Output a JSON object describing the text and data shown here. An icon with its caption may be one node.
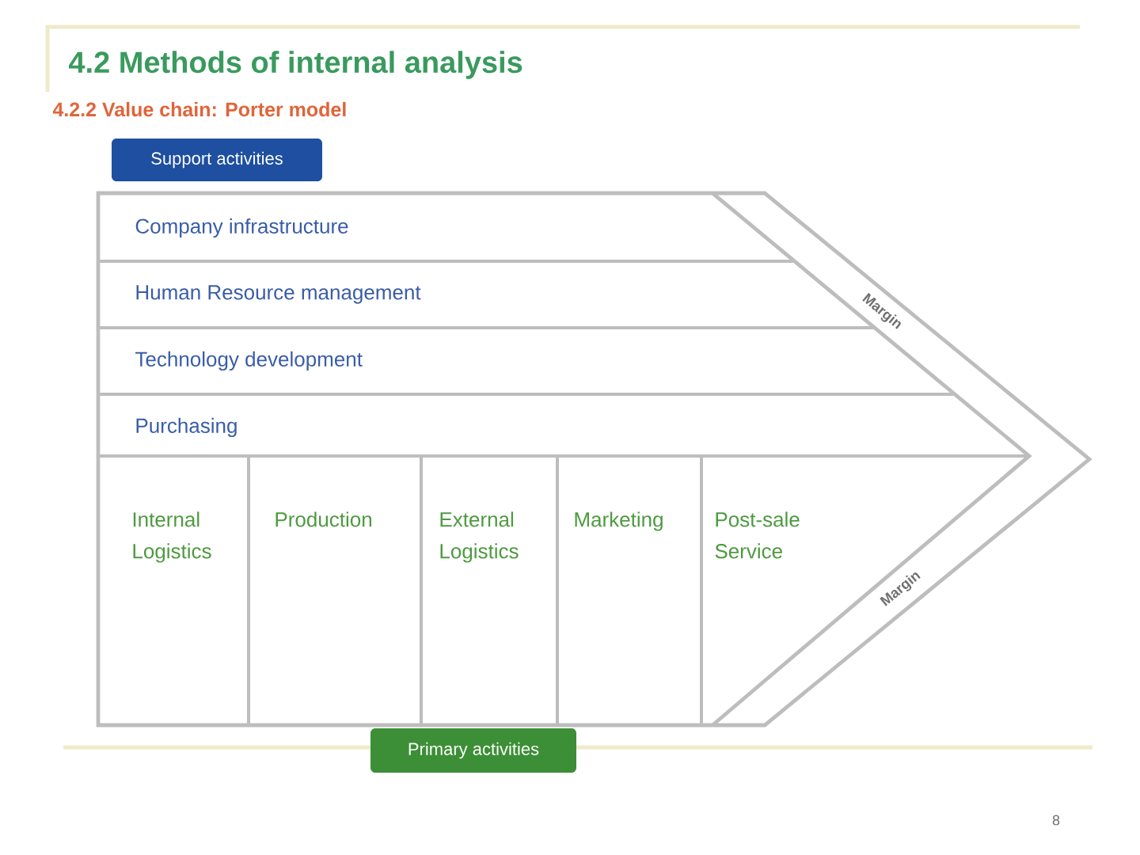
{
  "diagram": {
    "title": "4.2 Methods of internal analysis",
    "nodes": [
      {
        "text": [
          "Support activities"
        ]
      },
      {
        "text": [
          "Company infrastructure"
        ]
      },
      {
        "text": [
          "Human Resource management"
        ]
      },
      {
        "text": [
          "Technology development"
        ]
      },
      {
        "text": [
          "Purchasing"
        ]
      },
      {
        "text": [
          "Internal Logistics"
        ]
      },
      {
        "text": [
          "Production"
        ]
      },
      {
        "text": [
          "External Logistics"
        ]
      },
      {
        "text": [
          "Marketing"
        ]
      },
      {
        "text": [
          "Post-sale Service"
        ]
      },
      {
        "text": [
          "Primary activities"
        ]
      }
    ],
    "labels": [
      "4.2.2 Value chain: Porter model",
      "Margin",
      "Margin",
      "8"
    ]
  }
}
